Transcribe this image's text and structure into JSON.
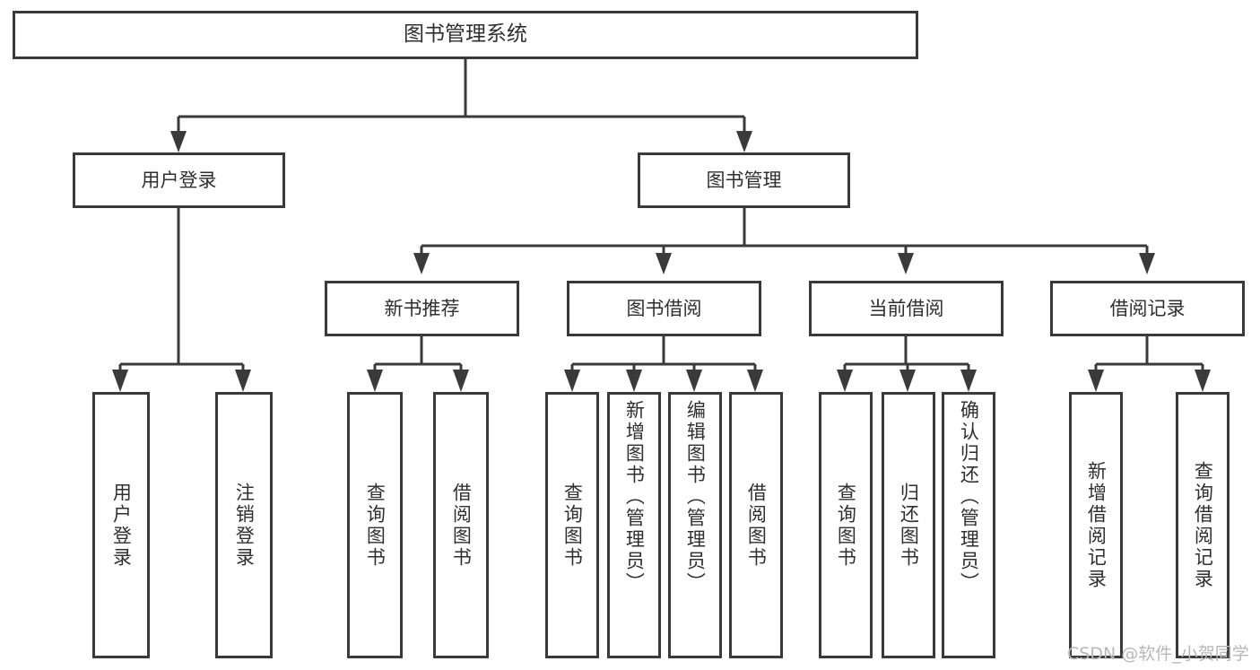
{
  "diagram": {
    "title": "图书管理系统",
    "type": "hierarchy-tree",
    "watermark": "CSDN @软件_小贺同学",
    "colors": {
      "stroke": "#3a3a3a",
      "text": "#2f2f2f",
      "background": "#ffffff",
      "watermark": "#b8b8b8"
    },
    "root": {
      "label": "图书管理系统"
    },
    "level2": [
      {
        "label": "用户登录"
      },
      {
        "label": "图书管理"
      }
    ],
    "level3": [
      {
        "label": "新书推荐"
      },
      {
        "label": "图书借阅"
      },
      {
        "label": "当前借阅"
      },
      {
        "label": "借阅记录"
      }
    ],
    "leaves": {
      "user_login": [
        {
          "label": "用户登录"
        },
        {
          "label": "注销登录"
        }
      ],
      "new_book_recommend": [
        {
          "label": "查询图书"
        },
        {
          "label": "借阅图书"
        }
      ],
      "book_borrow": [
        {
          "label": "查询图书"
        },
        {
          "label": "新增图书（管理员）"
        },
        {
          "label": "编辑图书（管理员）"
        },
        {
          "label": "借阅图书"
        }
      ],
      "current_borrow": [
        {
          "label": "查询图书"
        },
        {
          "label": "归还图书"
        },
        {
          "label": "确认归还（管理员）"
        }
      ],
      "borrow_record": [
        {
          "label": "新增借阅记录"
        },
        {
          "label": "查询借阅记录"
        }
      ]
    }
  }
}
